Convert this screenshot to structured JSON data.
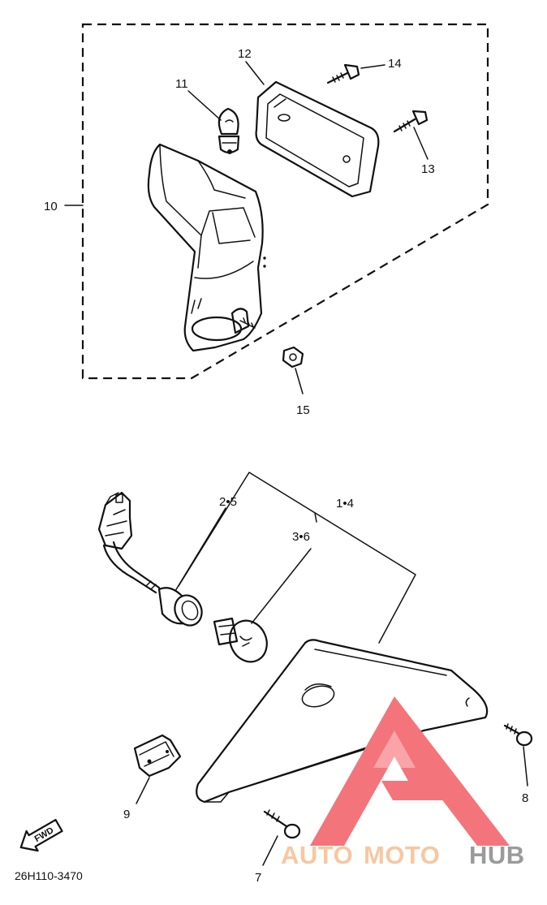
{
  "upper_assembly": {
    "callouts": {
      "assembly": "10",
      "bulb": "11",
      "lens": "12",
      "screw_right": "13",
      "screw_top": "14",
      "nut": "15"
    }
  },
  "lower_assembly": {
    "callouts": {
      "lens_group": "1•4",
      "socket_cord": "2•5",
      "bulb": "3•6",
      "screw_bottom": "7",
      "screw_right": "8",
      "clip": "9"
    }
  },
  "direction_marker": {
    "label": "FWD"
  },
  "part_number": "26H110-3470",
  "watermark": {
    "text_part1": "AUTO",
    "text_part2": "MOTO",
    "text_part3": "HUB",
    "color_main": "#f4747b",
    "color_light": "#f7c7a0",
    "color_dark": "#9a9a9a"
  }
}
